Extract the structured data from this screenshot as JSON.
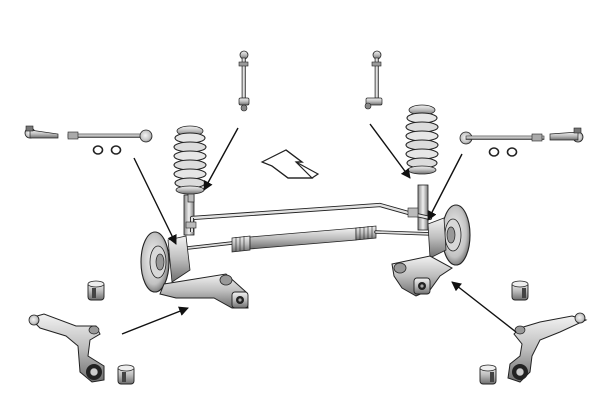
{
  "diagram": {
    "subject": "front-suspension-kit",
    "view": "exploded-isometric",
    "background_color": "#ffffff",
    "part_fill_color": "#d8d8d8",
    "part_outline_color": "#1a1a1a",
    "arrow_color": "#111111",
    "components": [
      {
        "name": "stabilizer-link-left",
        "icon": "stabilizer-link-icon"
      },
      {
        "name": "stabilizer-link-right",
        "icon": "stabilizer-link-icon"
      },
      {
        "name": "tie-rod-end-left",
        "icon": "tie-rod-end-icon"
      },
      {
        "name": "tie-rod-end-right",
        "icon": "tie-rod-end-icon"
      },
      {
        "name": "inner-tie-rod-left",
        "icon": "inner-tie-rod-icon"
      },
      {
        "name": "inner-tie-rod-right",
        "icon": "inner-tie-rod-icon"
      },
      {
        "name": "coil-spring-strut-left",
        "icon": "coil-spring-icon"
      },
      {
        "name": "coil-spring-strut-right",
        "icon": "coil-spring-icon"
      },
      {
        "name": "brake-disc-hub-left",
        "icon": "brake-disc-icon"
      },
      {
        "name": "brake-disc-hub-right",
        "icon": "brake-disc-icon"
      },
      {
        "name": "steering-rack",
        "icon": "steering-rack-icon"
      },
      {
        "name": "stabilizer-bar",
        "icon": "stabilizer-bar-icon"
      },
      {
        "name": "lower-control-arm-installed-left",
        "icon": "control-arm-icon"
      },
      {
        "name": "lower-control-arm-installed-right",
        "icon": "control-arm-icon"
      },
      {
        "name": "lower-control-arm-loose-left",
        "icon": "control-arm-icon"
      },
      {
        "name": "lower-control-arm-loose-right",
        "icon": "control-arm-icon"
      },
      {
        "name": "bushing-left-upper",
        "icon": "bushing-icon"
      },
      {
        "name": "bushing-left-lower",
        "icon": "bushing-icon"
      },
      {
        "name": "bushing-right-upper",
        "icon": "bushing-icon"
      },
      {
        "name": "bushing-right-lower",
        "icon": "bushing-icon"
      },
      {
        "name": "direction-arrow",
        "icon": "forward-direction-icon"
      }
    ]
  }
}
